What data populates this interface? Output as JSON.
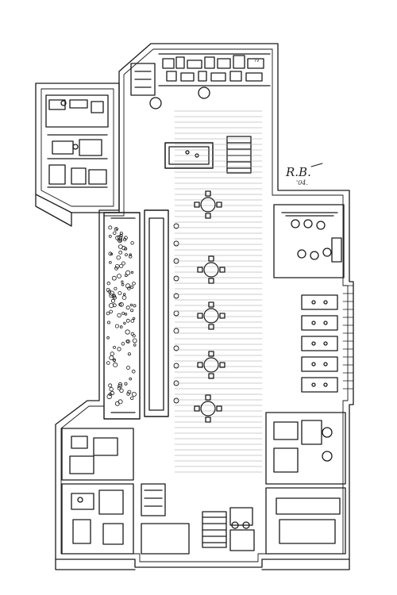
{
  "artwork": {
    "type": "pen-and-ink isometric floor plan",
    "colors": {
      "ink": "#1a1a1a",
      "paper": "#ffffff"
    }
  },
  "signature": {
    "initials": "R.B.",
    "date": "'04."
  },
  "scribbles": {
    "tv_sign": "TV"
  }
}
